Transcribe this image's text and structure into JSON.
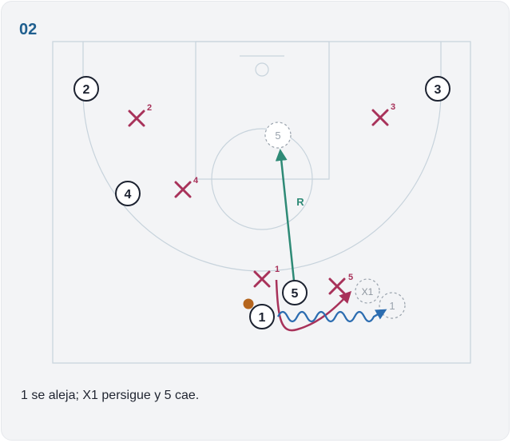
{
  "play": {
    "number": "02",
    "caption": "1 se aleja; X1 persigue y 5 cae."
  },
  "colors": {
    "card_bg": "#f3f4f6",
    "court_line": "#c7d3dc",
    "offense": "#1c2230",
    "defense": "#a8325a",
    "screen_roll": "#2e8a76",
    "dribble": "#2b6cb0",
    "ball": "#b5651d",
    "ghost": "#9aa3ad",
    "title": "#1f5f8f"
  },
  "offense": [
    {
      "label": "1"
    },
    {
      "label": "2"
    },
    {
      "label": "3"
    },
    {
      "label": "4"
    },
    {
      "label": "5"
    }
  ],
  "defense": [
    {
      "label": "1"
    },
    {
      "label": "2"
    },
    {
      "label": "3"
    },
    {
      "label": "4"
    },
    {
      "label": "5"
    }
  ],
  "ghosts": [
    {
      "label": "5"
    },
    {
      "label": "X1"
    },
    {
      "label": "1"
    }
  ],
  "annotations": {
    "roll_label": "R"
  },
  "icons": {
    "offense": "numbered-circle",
    "defense": "x-mark",
    "ball": "filled-dot"
  }
}
